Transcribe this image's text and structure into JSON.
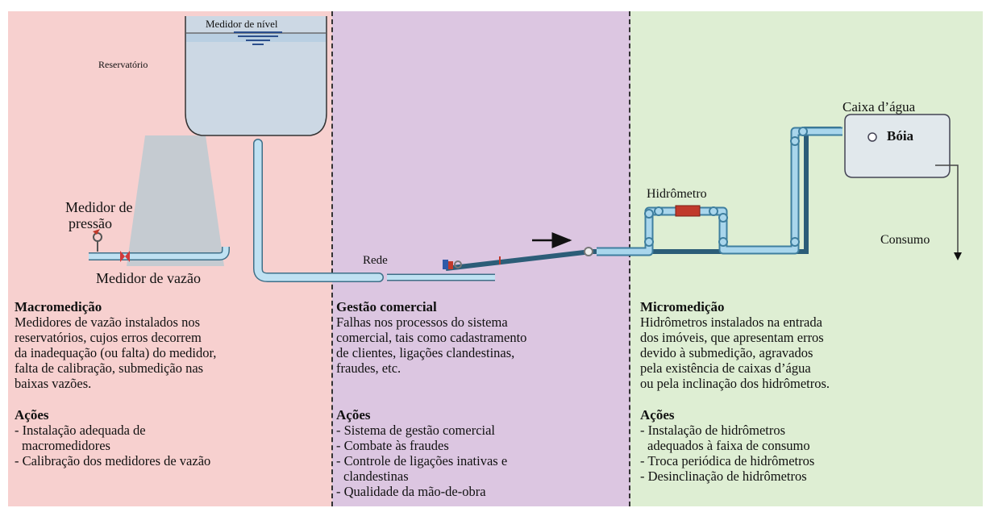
{
  "diagram": {
    "labels": {
      "level_meter": "Medidor de nível",
      "reservoir": "Reservatório",
      "pressure_meter": [
        "Medidor de",
        "pressão"
      ],
      "flow_meter": "Medidor de vazão",
      "network": "Rede",
      "water_meter": "Hidrômetro",
      "water_tank": "Caixa d’água",
      "float": "Bóia",
      "consumption": "Consumo"
    },
    "colors": {
      "macro_bg": "#f7d0cf",
      "commercial_bg": "#dcc6e1",
      "micro_bg": "#deeed3",
      "pipe": "#6fb1d4",
      "reservoir": "#ccd3da",
      "water": "#c8e6f5",
      "meter": "#c0392b"
    }
  },
  "sections": [
    {
      "title": "Macromedição",
      "description": [
        "Medidores de vazão instalados nos",
        "reservatórios, cujos erros decorrem",
        "da inadequação (ou falta) do medidor,",
        "falta de calibração, submedição nas",
        "baixas vazões."
      ],
      "actions_title": "Ações",
      "actions": [
        "- Instalação adequada de",
        "  macromedidores",
        "- Calibração dos medidores de vazão"
      ]
    },
    {
      "title": "Gestão comercial",
      "description": [
        "Falhas nos processos do sistema",
        "comercial, tais como cadastramento",
        "de clientes, ligações clandestinas,",
        "fraudes, etc."
      ],
      "actions_title": "Ações",
      "actions": [
        "- Sistema de gestão comercial",
        "- Combate às fraudes",
        "- Controle de ligações inativas e",
        "  clandestinas",
        "- Qualidade da mão-de-obra"
      ]
    },
    {
      "title": "Micromedição",
      "description": [
        "Hidrômetros instalados na entrada",
        "dos imóveis, que apresentam erros",
        "devido à submedição, agravados",
        "pela existência de caixas d’água",
        "ou pela inclinação dos hidrômetros."
      ],
      "actions_title": "Ações",
      "actions": [
        "- Instalação de hidrômetros",
        "  adequados à faixa de consumo",
        "- Troca periódica de hidrômetros",
        "- Desinclinação de hidrômetros"
      ]
    }
  ]
}
